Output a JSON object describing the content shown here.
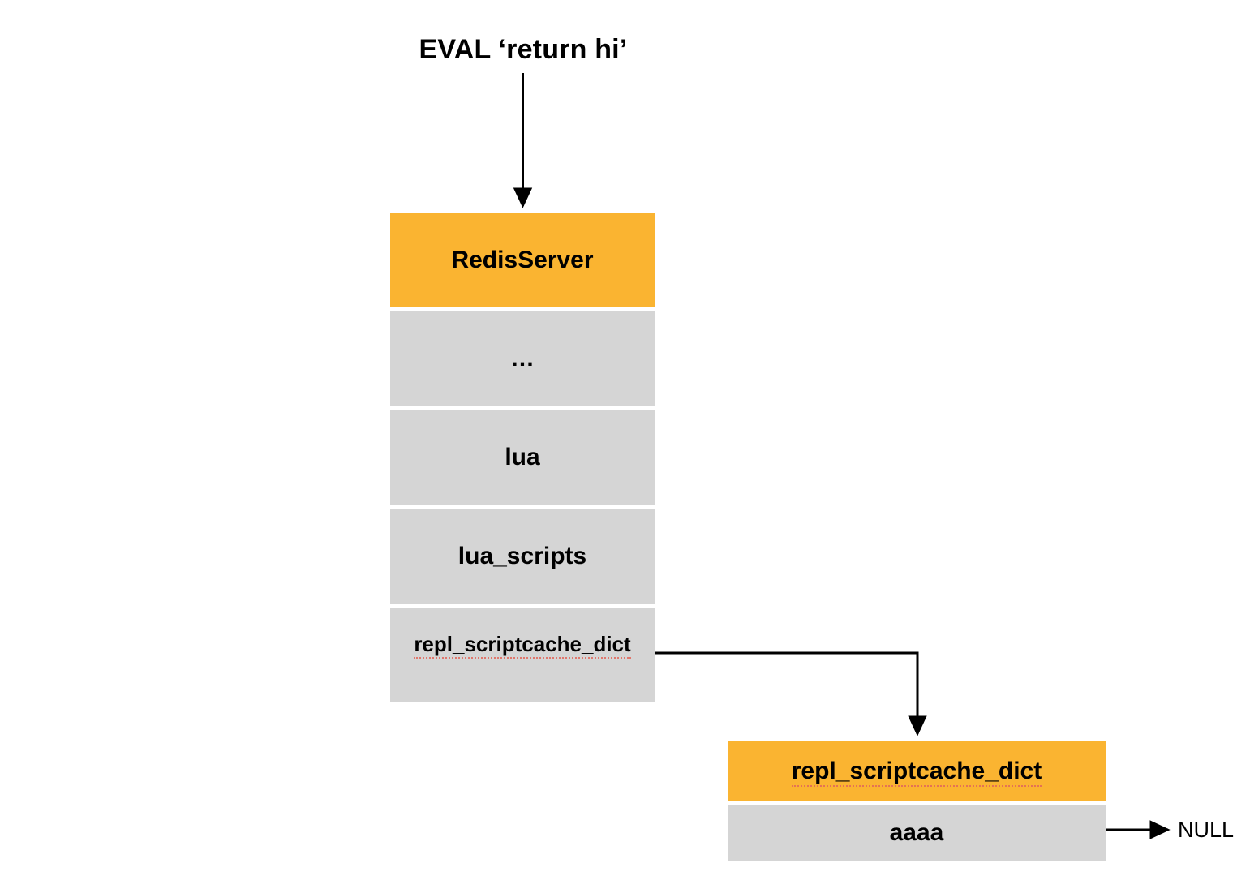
{
  "diagram": {
    "title": "EVAL ‘return hi’",
    "colors": {
      "header_orange": "#FAB431",
      "field_gray": "#D5D5D5",
      "line_black": "#000000",
      "spellcheck_red": "#E2675B",
      "background": "#FFFFFF"
    },
    "structs": [
      {
        "id": "redis-server",
        "header": "RedisServer",
        "fields": [
          {
            "label": "…"
          },
          {
            "label": "lua"
          },
          {
            "label": "lua_scripts"
          },
          {
            "label": "repl_scriptcache_dict"
          }
        ]
      },
      {
        "id": "repl-scriptcache-dict",
        "header": "repl_scriptcache_dict",
        "fields": [
          {
            "label": "aaaa"
          }
        ]
      }
    ],
    "labels": {
      "null": "NULL"
    },
    "connectors": [
      {
        "name": "eval-to-redisserver",
        "from": "EVAL ‘return hi’",
        "to": "RedisServer"
      },
      {
        "name": "repl-field-to-dict-struct",
        "from": "repl_scriptcache_dict",
        "to": "repl_scriptcache_dict"
      },
      {
        "name": "aaaa-to-null",
        "from": "aaaa",
        "to": "NULL"
      }
    ]
  }
}
